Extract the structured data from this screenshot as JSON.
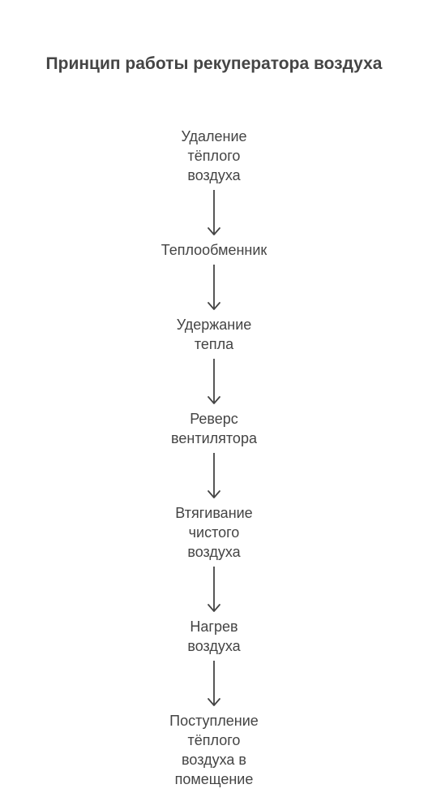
{
  "title": "Принцип работы рекуператора воздуха",
  "steps": [
    {
      "lines": [
        "Удаление",
        "тёплого",
        "воздуха"
      ]
    },
    {
      "lines": [
        "Теплообменник"
      ]
    },
    {
      "lines": [
        "Удержание",
        "тепла"
      ]
    },
    {
      "lines": [
        "Реверс",
        "вентилятора"
      ]
    },
    {
      "lines": [
        "Втягивание",
        "чистого",
        "воздуха"
      ]
    },
    {
      "lines": [
        "Нагрев",
        "воздуха"
      ]
    },
    {
      "lines": [
        "Поступление",
        "тёплого",
        "воздуха в",
        "помещение"
      ]
    }
  ],
  "colors": {
    "title": "#454545",
    "text": "#444444",
    "arrow": "#444444",
    "background": "#ffffff"
  }
}
